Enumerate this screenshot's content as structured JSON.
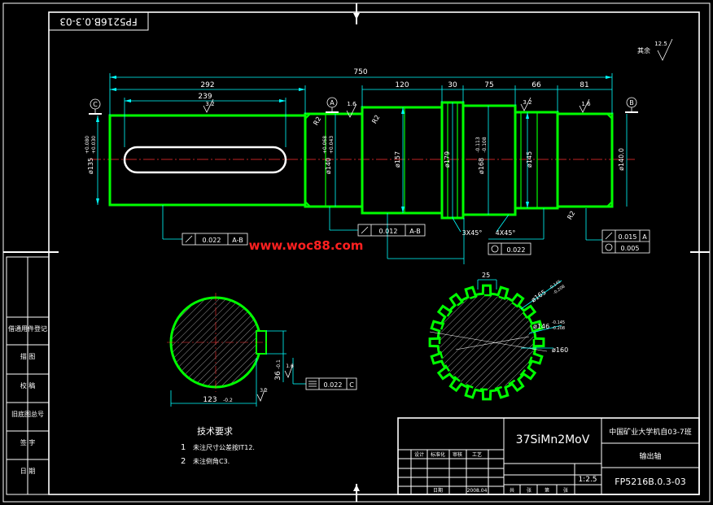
{
  "drawing_number_rotated": "FP5216B.0.3-03",
  "watermark": "www.woc88.com",
  "dimensions": {
    "total_length": "750",
    "d292": "292",
    "d239": "239",
    "d120": "120",
    "d30": "30",
    "d75": "75",
    "d66": "66",
    "d81": "81",
    "dia_left": "ø135",
    "dia_left_tol_upper": "+0.080",
    "dia_left_tol_lower": "+0.030",
    "dia_140_left": "ø140",
    "dia_140_left_tol_upper": "+0.068",
    "dia_140_left_tol_lower": "+0.043",
    "dia_157": "ø157",
    "dia_179": "ø179",
    "dia_168": "ø168",
    "dia_168_tol_upper": "-0.113",
    "dia_168_tol_lower": "-0.108",
    "dia_145": "ø145",
    "dia_140_right": "ø140.0",
    "chamfer_3x45": "3X45°",
    "chamfer_4x45": "4X45°",
    "r2_a": "R2",
    "r2_b": "R2",
    "r2_c": "R2",
    "section_width": "123",
    "section_width_tol": "-0.2",
    "section_depth": "36",
    "section_depth_tol": "-0.1",
    "spline_tooth": "25",
    "spline_outer": "ø165",
    "spline_outer_tol_upper": "-0.145",
    "spline_outer_tol_lower": "-0.208",
    "spline_root": "ø146",
    "spline_root_tol_upper": "-0.145",
    "spline_root_tol_lower": "-0.208",
    "spline_pitch": "ø160"
  },
  "roughness": {
    "r1": "3.2",
    "r2": "1.6",
    "r3": "3.2",
    "r4": "1.6",
    "r5": "12.5",
    "r6": "1.6",
    "r7": "3.2",
    "other_label": "其余"
  },
  "datums": {
    "c": "C",
    "a": "A",
    "b": "B"
  },
  "tolerances": {
    "fcf1_value": "0.022",
    "fcf1_ref": "A-B",
    "fcf2_value": "0.012",
    "fcf2_ref": "A-B",
    "fcf3_value": "0.022",
    "fcf4_value": "0.015",
    "fcf4_ref": "A",
    "fcf5_value": "0.005",
    "fcf6_value": "0.022",
    "fcf6_ref": "C"
  },
  "tech_requirements": {
    "title": "技术要求",
    "item1_num": "1",
    "item1_text": "未注尺寸公差按IT12.",
    "item2_num": "2",
    "item2_text": "未注倒角C3."
  },
  "left_strip": {
    "row1": "借通用件登记",
    "row2": "描 图",
    "row3": "校 稿",
    "row4": "旧底图总号",
    "row5": "签 字",
    "row6": "日 期"
  },
  "title_block": {
    "material": "37SiMn2MoV",
    "school": "中国矿业大学机自03-7班",
    "part_name": "输出轴",
    "scale": "1:2.5",
    "drawing_number": "FP5216B.0.3-03",
    "small_a": "设计",
    "small_b": "标准化",
    "small_c": "审核",
    "small_d": "工艺",
    "small_e": "日期",
    "small_f": "2008.04",
    "sheet_a": "共",
    "sheet_b": "张",
    "sheet_c": "第",
    "sheet_d": "张"
  }
}
